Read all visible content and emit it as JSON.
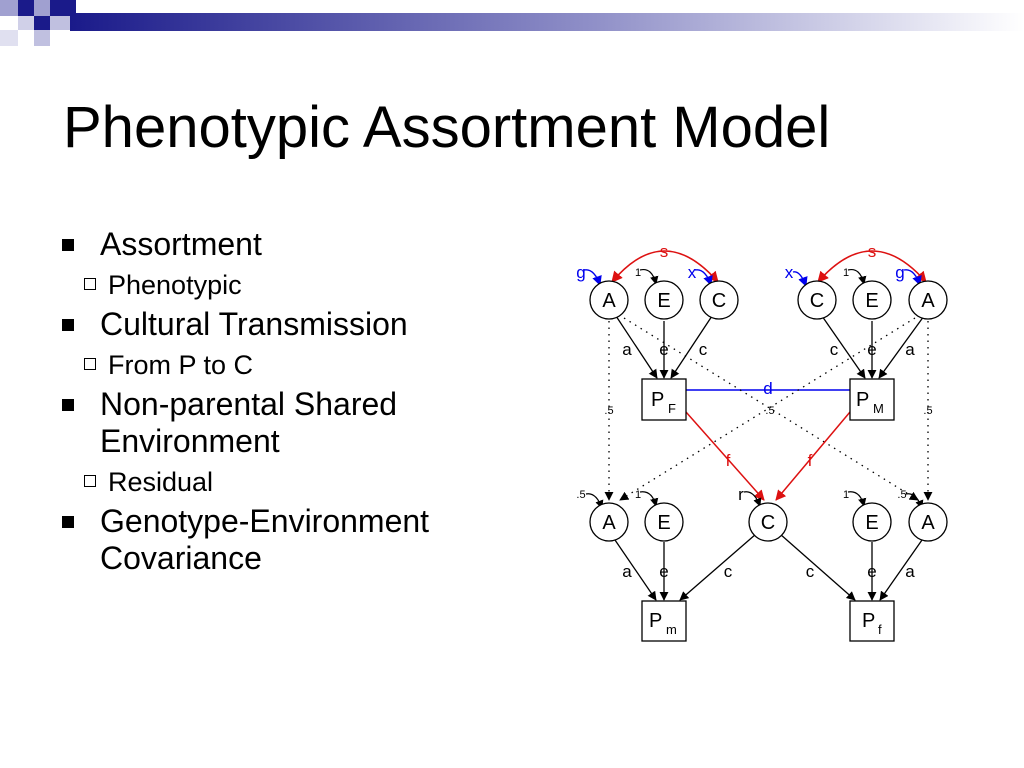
{
  "slide": {
    "title": "Phenotypic Assortment Model",
    "bullets": [
      {
        "text": "Assortment",
        "sub": [
          "Phenotypic"
        ]
      },
      {
        "text": "Cultural Transmission",
        "sub": [
          "From P to C"
        ]
      },
      {
        "text": "Non-parental Shared Environment",
        "sub": [
          "Residual"
        ]
      },
      {
        "text": "Genotype-Environment Covariance",
        "sub": []
      }
    ]
  },
  "diagram": {
    "nodes": {
      "parent_father": {
        "A": "A",
        "E": "E",
        "C": "C"
      },
      "parent_mother": {
        "C": "C",
        "E": "E",
        "A": "A"
      },
      "child_m": {
        "A": "A",
        "E": "E"
      },
      "child_shared": {
        "C": "C"
      },
      "child_f": {
        "E": "E",
        "A": "A"
      },
      "P_F": {
        "main": "P",
        "sub": "F"
      },
      "P_M": {
        "main": "P",
        "sub": "M"
      },
      "P_m": {
        "main": "P",
        "sub": "m"
      },
      "P_f": {
        "main": "P",
        "sub": "f"
      }
    },
    "labels": {
      "s": "s",
      "g": "g",
      "x": "x",
      "one": "1",
      "a": "a",
      "e": "e",
      "c": "c",
      "d": "d",
      "f": "f",
      "r": "r",
      "half": ".5"
    },
    "colors": {
      "red": "#dd1111",
      "blue": "#0000ee",
      "black": "#000000"
    }
  }
}
